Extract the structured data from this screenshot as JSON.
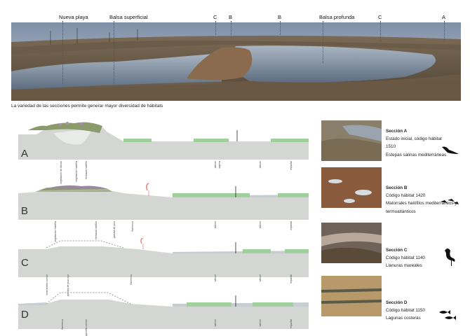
{
  "panorama": {
    "labels": {
      "nueva_playa": "Nueva playa",
      "balsa_superficial": "Balsa superficial",
      "c1": "C",
      "b1": "B",
      "b2": "B",
      "balsa_profunda": "Balsa profunda",
      "c2": "C",
      "a": "A"
    },
    "caption": "La variedad de las secciones permite generar mayor diversidad de hábitats"
  },
  "sections": [
    {
      "letter": "A",
      "labels": [
        "vegetación de dunas",
        "vegetación halófila",
        "herbazal halófilo",
        "salicor",
        "sapina",
        "salicor",
        "espartal"
      ]
    },
    {
      "letter": "B",
      "labels": [
        "vegetación halófila",
        "herbazal halófilo",
        "gaviota de pico",
        "flamenco",
        "salicor",
        "salicor",
        "espartal"
      ]
    },
    {
      "letter": "C",
      "labels": [
        "charrancito común",
        "gaviota de pico rojo",
        "flamenco",
        "salicor",
        "salicor",
        "espartal"
      ]
    },
    {
      "letter": "D",
      "labels": [
        "flamenco",
        "garceta común",
        "salicor",
        "salicor",
        "espartal"
      ]
    }
  ],
  "habitats": [
    {
      "title": "Sección A",
      "lines": [
        "Estado inicial, código hábitat",
        "1510",
        "Estepas salinas mediterráneas"
      ],
      "icon": "bird-icon"
    },
    {
      "title": "Sección B",
      "lines": [
        "Código hábitat 1420",
        "Matorrales halófilos mediterráneos y",
        "termoatlánticos"
      ],
      "icon": "shorebirds-icon"
    },
    {
      "title": "Sección C",
      "lines": [
        "Código hábitat 1140",
        "Llanuras mareales"
      ],
      "icon": "flamingo-icon"
    },
    {
      "title": "Sección D",
      "lines": [
        "Código hábitat 1150",
        "Lagunas costeras"
      ],
      "icon": "fish-icon"
    }
  ]
}
